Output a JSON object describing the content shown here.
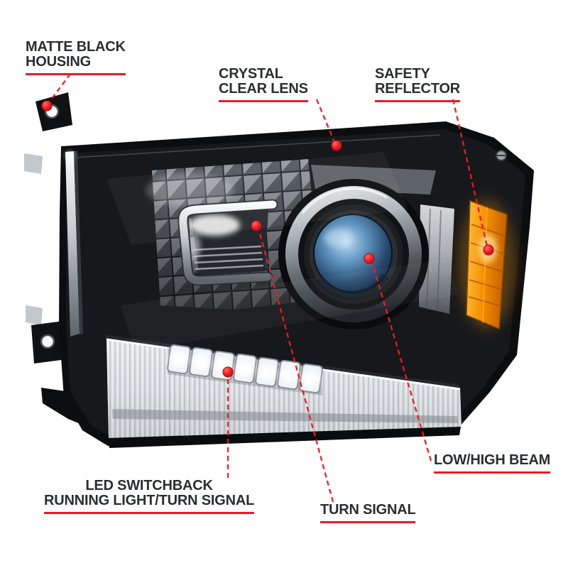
{
  "colors": {
    "callout_red": "#EC1B24",
    "label_text": "#2B2D2F",
    "amber_reflector": "#F59000",
    "projector_lens_blue": "#5F93BF",
    "housing_black": "#0C0D0F",
    "background": "#FFFFFF"
  },
  "callouts": [
    {
      "id": "matte-black-housing",
      "lines": [
        "MATTE BLACK",
        "HOUSING"
      ]
    },
    {
      "id": "crystal-clear-lens",
      "lines": [
        "CRYSTAL",
        "CLEAR LENS"
      ]
    },
    {
      "id": "safety-reflector",
      "lines": [
        "SAFETY",
        "REFLECTOR"
      ]
    },
    {
      "id": "low-high-beam",
      "lines": [
        "LOW/HIGH BEAM"
      ]
    },
    {
      "id": "turn-signal",
      "lines": [
        "TURN SIGNAL"
      ]
    },
    {
      "id": "led-switchback-running-light",
      "lines": [
        "LED SWITCHBACK",
        "RUNNING LIGHT/TURN SIGNAL"
      ]
    }
  ]
}
